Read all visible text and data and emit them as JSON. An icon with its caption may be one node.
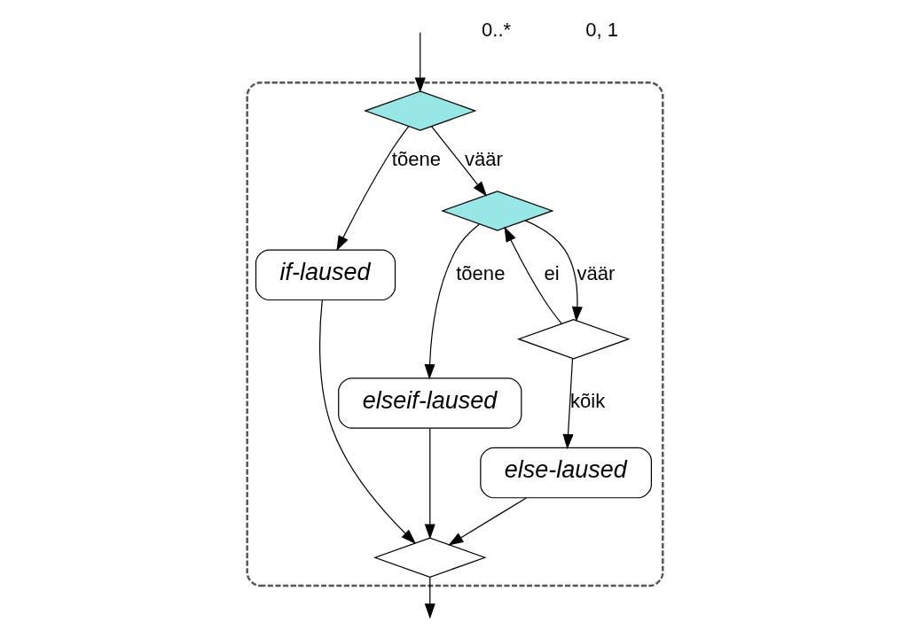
{
  "diagram": {
    "nodes": [
      {
        "text": [],
        "shape": "box"
      },
      {
        "text": [],
        "shape": "diamond",
        "in": 0
      },
      {
        "text": [
          "if-laused"
        ],
        "in": 0
      },
      {
        "text": [],
        "shape": "diamond",
        "in": 0
      },
      {
        "text": [],
        "shape": "diamond",
        "in": 0
      },
      {
        "text": [
          "elseif-laused"
        ],
        "in": 0
      },
      {
        "text": [
          "else-laused"
        ],
        "in": 0
      },
      {
        "text": [],
        "shape": "diamond",
        "in": 0
      }
    ],
    "edges": [
      {
        "from": null,
        "to": 1,
        "arrow": "to"
      },
      {
        "from": 1,
        "to": 2,
        "arrow": "to",
        "label": "tõene"
      },
      {
        "from": 1,
        "to": 3,
        "arrow": "to",
        "label": "väär"
      },
      {
        "from": 3,
        "to": 5,
        "arrow": "to",
        "label": "tõene"
      },
      {
        "from": 3,
        "to": 4,
        "arrow": "to",
        "label": "väär"
      },
      {
        "from": 4,
        "to": 3,
        "arrow": "to",
        "label": "ei"
      },
      {
        "from": 4,
        "to": 6,
        "arrow": "to",
        "label": "kõik"
      },
      {
        "from": 2,
        "to": 7,
        "arrow": "to"
      },
      {
        "from": 5,
        "to": 7,
        "arrow": "to"
      },
      {
        "from": 6,
        "to": 7,
        "arrow": "to"
      },
      {
        "from": 7,
        "to": null,
        "arrow": "to"
      }
    ],
    "labels": [
      "0..*",
      "0, 1"
    ]
  }
}
